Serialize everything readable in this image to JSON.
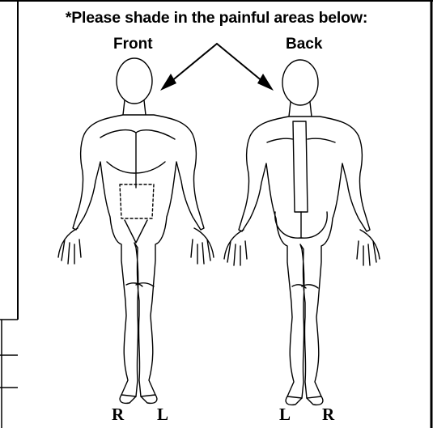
{
  "instruction": "*Please shade in the painful areas below:",
  "views": {
    "front": "Front",
    "back": "Back"
  },
  "sides": {
    "front_right": "R",
    "front_left": "L",
    "back_left": "L",
    "back_right": "R"
  },
  "colors": {
    "ink": "#000000",
    "paper": "#ffffff"
  },
  "icons": {
    "arrows": "arrow-down-icon",
    "front_figure": "body-front-icon",
    "back_figure": "body-back-icon"
  }
}
